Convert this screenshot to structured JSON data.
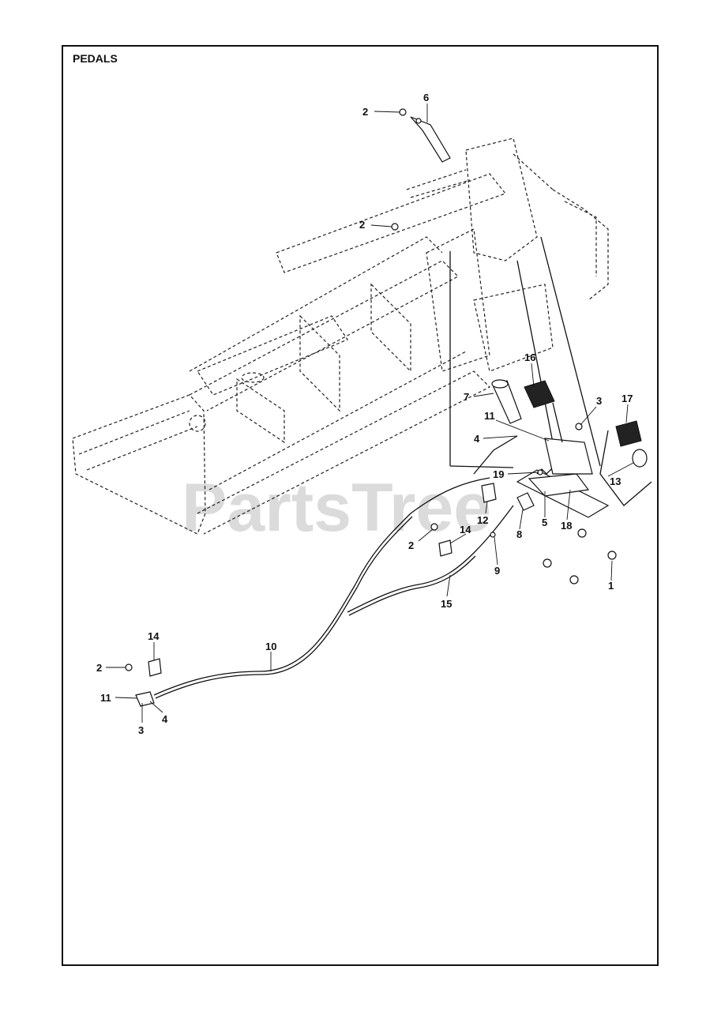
{
  "diagram": {
    "title": "PEDALS",
    "watermark": "PartsTree",
    "callouts": [
      {
        "id": "c2a",
        "text": "2"
      },
      {
        "id": "c6",
        "text": "6"
      },
      {
        "id": "c2b",
        "text": "2"
      },
      {
        "id": "c16",
        "text": "16"
      },
      {
        "id": "c7",
        "text": "7"
      },
      {
        "id": "c3a",
        "text": "3"
      },
      {
        "id": "c17",
        "text": "17"
      },
      {
        "id": "c11a",
        "text": "11"
      },
      {
        "id": "c4a",
        "text": "4"
      },
      {
        "id": "c19",
        "text": "19"
      },
      {
        "id": "c13",
        "text": "13"
      },
      {
        "id": "c12",
        "text": "12"
      },
      {
        "id": "c5",
        "text": "5"
      },
      {
        "id": "c18",
        "text": "18"
      },
      {
        "id": "c8",
        "text": "8"
      },
      {
        "id": "c2c",
        "text": "2"
      },
      {
        "id": "c14a",
        "text": "14"
      },
      {
        "id": "c9",
        "text": "9"
      },
      {
        "id": "c1",
        "text": "1"
      },
      {
        "id": "c15",
        "text": "15"
      },
      {
        "id": "c14b",
        "text": "14"
      },
      {
        "id": "c10",
        "text": "10"
      },
      {
        "id": "c2d",
        "text": "2"
      },
      {
        "id": "c11b",
        "text": "11"
      },
      {
        "id": "c4b",
        "text": "4"
      },
      {
        "id": "c3b",
        "text": "3"
      }
    ]
  }
}
